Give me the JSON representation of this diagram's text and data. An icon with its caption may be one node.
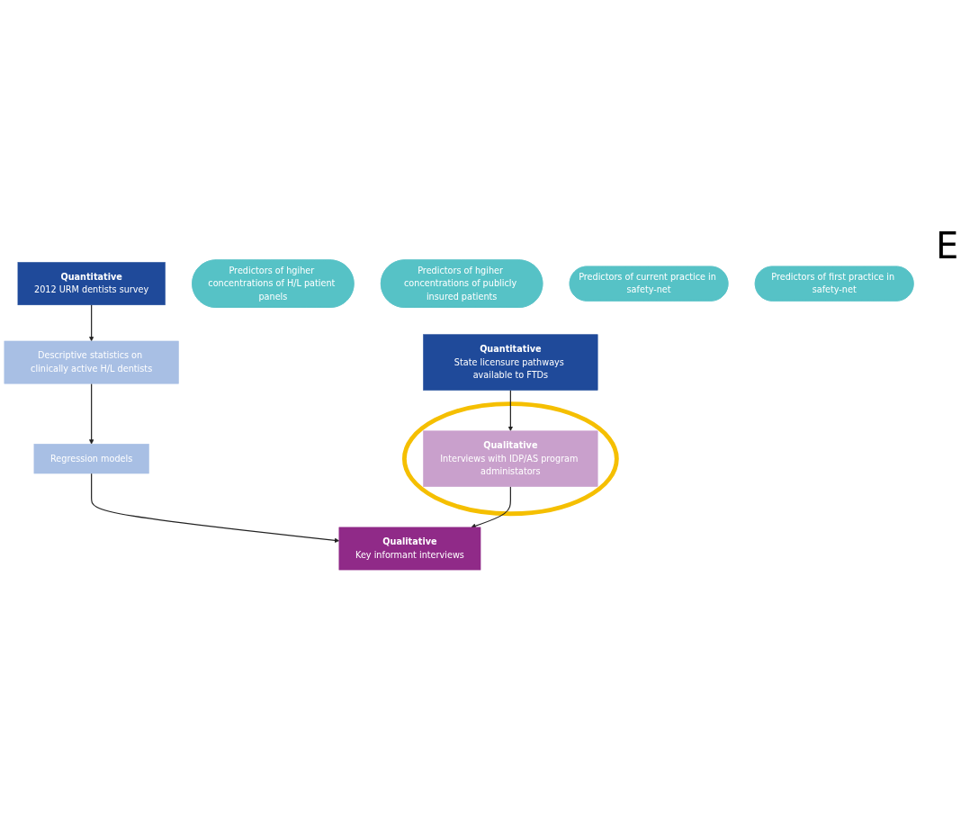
{
  "diagram": {
    "nodes": [
      {
        "text": [
          "Quantitative",
          "2012 URM dentists survey"
        ]
      },
      {
        "text": [
          "Descriptive statistics on clinically active H/L dentists"
        ]
      },
      {
        "text": [
          "Regression models"
        ]
      },
      {
        "text": [
          "Predictors of hgiher concentrations of H/L patient panels"
        ]
      },
      {
        "text": [
          "Predictors of hgiher concentrations of publicly insured patients"
        ]
      },
      {
        "text": [
          "Predictors of current practice in safety-net"
        ]
      },
      {
        "text": [
          "Predictors of first practice in safety-net"
        ]
      },
      {
        "text": [
          "Quantitative",
          "State licensure pathways available to FTDs"
        ]
      },
      {
        "text": [],
        "shape": "circle"
      },
      {
        "text": [
          "Qualitative",
          "Interviews with IDP/AS program administators"
        ],
        "in": 8
      },
      {
        "text": [
          "Qualitative",
          "Key informant interviews"
        ]
      }
    ],
    "edges": [
      {
        "from": 0,
        "to": 1,
        "arrow": "to"
      },
      {
        "from": 1,
        "to": 2,
        "arrow": "to"
      },
      {
        "from": 2,
        "to": 10,
        "arrow": "to"
      },
      {
        "from": 7,
        "to": 9,
        "arrow": "to"
      },
      {
        "from": 9,
        "to": 10,
        "arrow": "to"
      }
    ],
    "labels": [
      "E"
    ]
  }
}
